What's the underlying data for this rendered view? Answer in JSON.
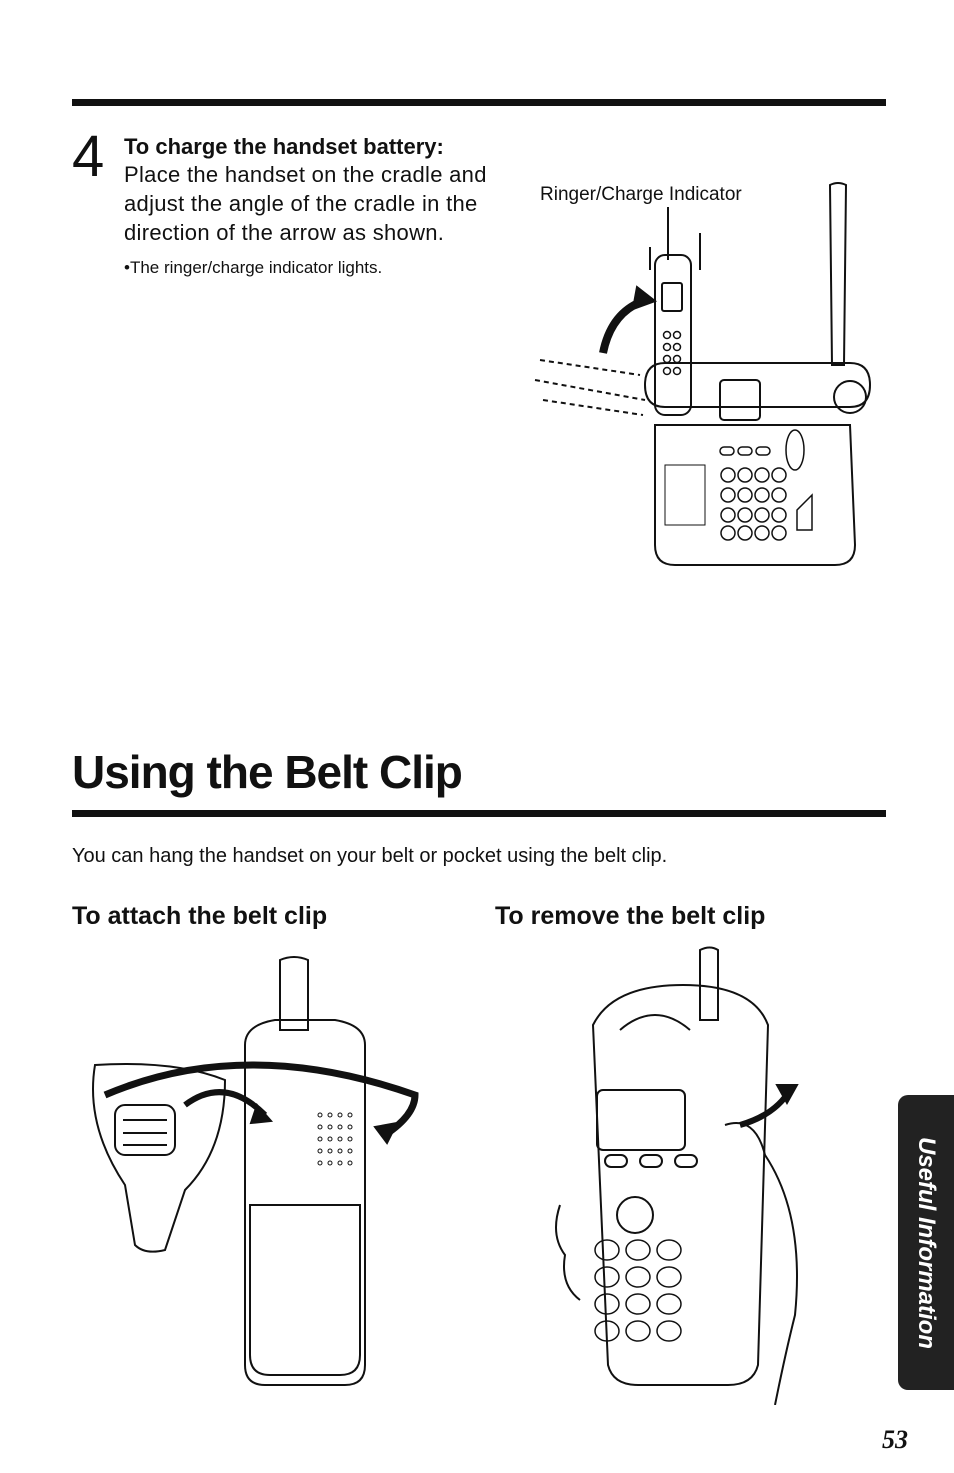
{
  "step": {
    "number": "4",
    "heading": "To charge the handset battery:",
    "body": "Place the handset on the cradle and adjust the angle of the cradle in the direction of the arrow as shown.",
    "bullet": "•The ringer/charge indicator lights."
  },
  "figure_top": {
    "label": "Ringer/Charge Indicator"
  },
  "section": {
    "title": "Using the Belt Clip",
    "intro": "You can hang the handset on your belt or pocket using the belt clip.",
    "attach_heading": "To attach the belt clip",
    "remove_heading": "To remove the belt clip"
  },
  "side_tab": {
    "label": "Useful Information"
  },
  "page_number": "53"
}
